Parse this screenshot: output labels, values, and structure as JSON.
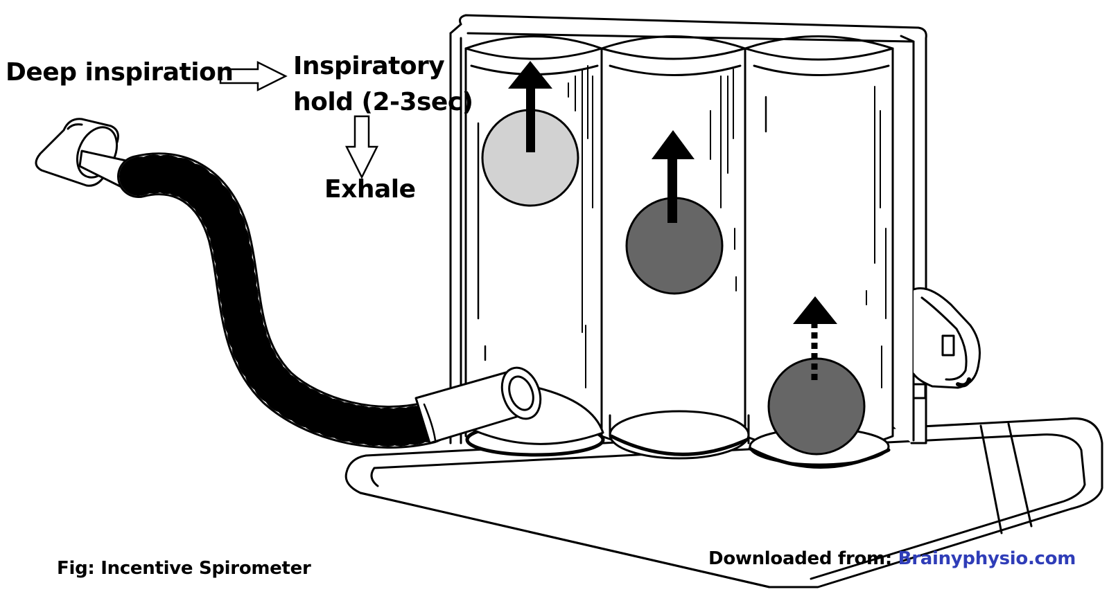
{
  "labels": {
    "step_inhale": "Deep inspiration",
    "step_hold_line1": "Inspiratory",
    "step_hold_line2": "hold (2-3sec)",
    "step_exhale": "Exhale"
  },
  "caption": "Fig: Incentive Spirometer",
  "credit": {
    "prefix": "Downloaded from: ",
    "site": "Brainyphysio.com"
  },
  "colors": {
    "ball_light": "#d2d2d2",
    "ball_dark": "#666666",
    "credit_link": "#2f3db8",
    "ink": "#000000"
  },
  "icons": [
    "arrow-right-outline-icon",
    "arrow-down-outline-icon",
    "arrow-up-icon",
    "arrow-up-dotted-icon"
  ]
}
